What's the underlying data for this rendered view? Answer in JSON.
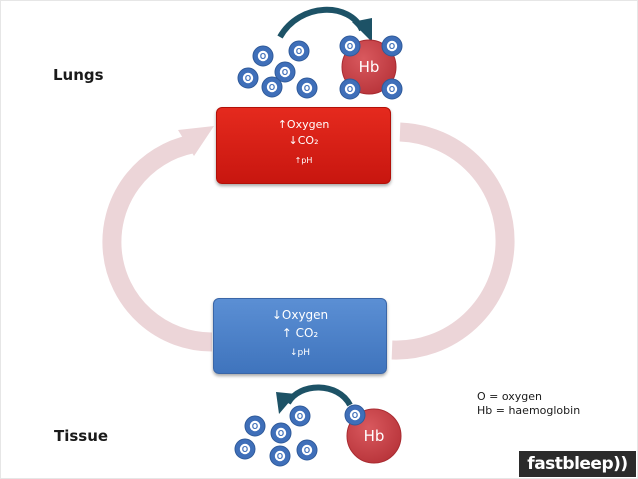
{
  "labels": {
    "lungs": "Lungs",
    "tissue": "Tissue"
  },
  "lungs_box": {
    "line1": "↑Oxygen",
    "line2": "↓CO₂",
    "line3": "↑pH"
  },
  "tissue_box": {
    "line1": "↓Oxygen",
    "line2": "↑ CO₂",
    "line3": "↓pH"
  },
  "hb_label": "Hb",
  "oxygen_symbol": "O",
  "legend": {
    "line1": "O = oxygen",
    "line2": "Hb = haemoglobin"
  },
  "logo_text": "fastbleep))",
  "colors": {
    "lungs_box": "#d81f16",
    "tissue_box": "#4a80c8",
    "hb_circle": "#c93f45",
    "oxygen_circle": "#3f6fb9",
    "cycle_arrow": "#ecd5d8",
    "curved_arrow": "#1d5266"
  }
}
